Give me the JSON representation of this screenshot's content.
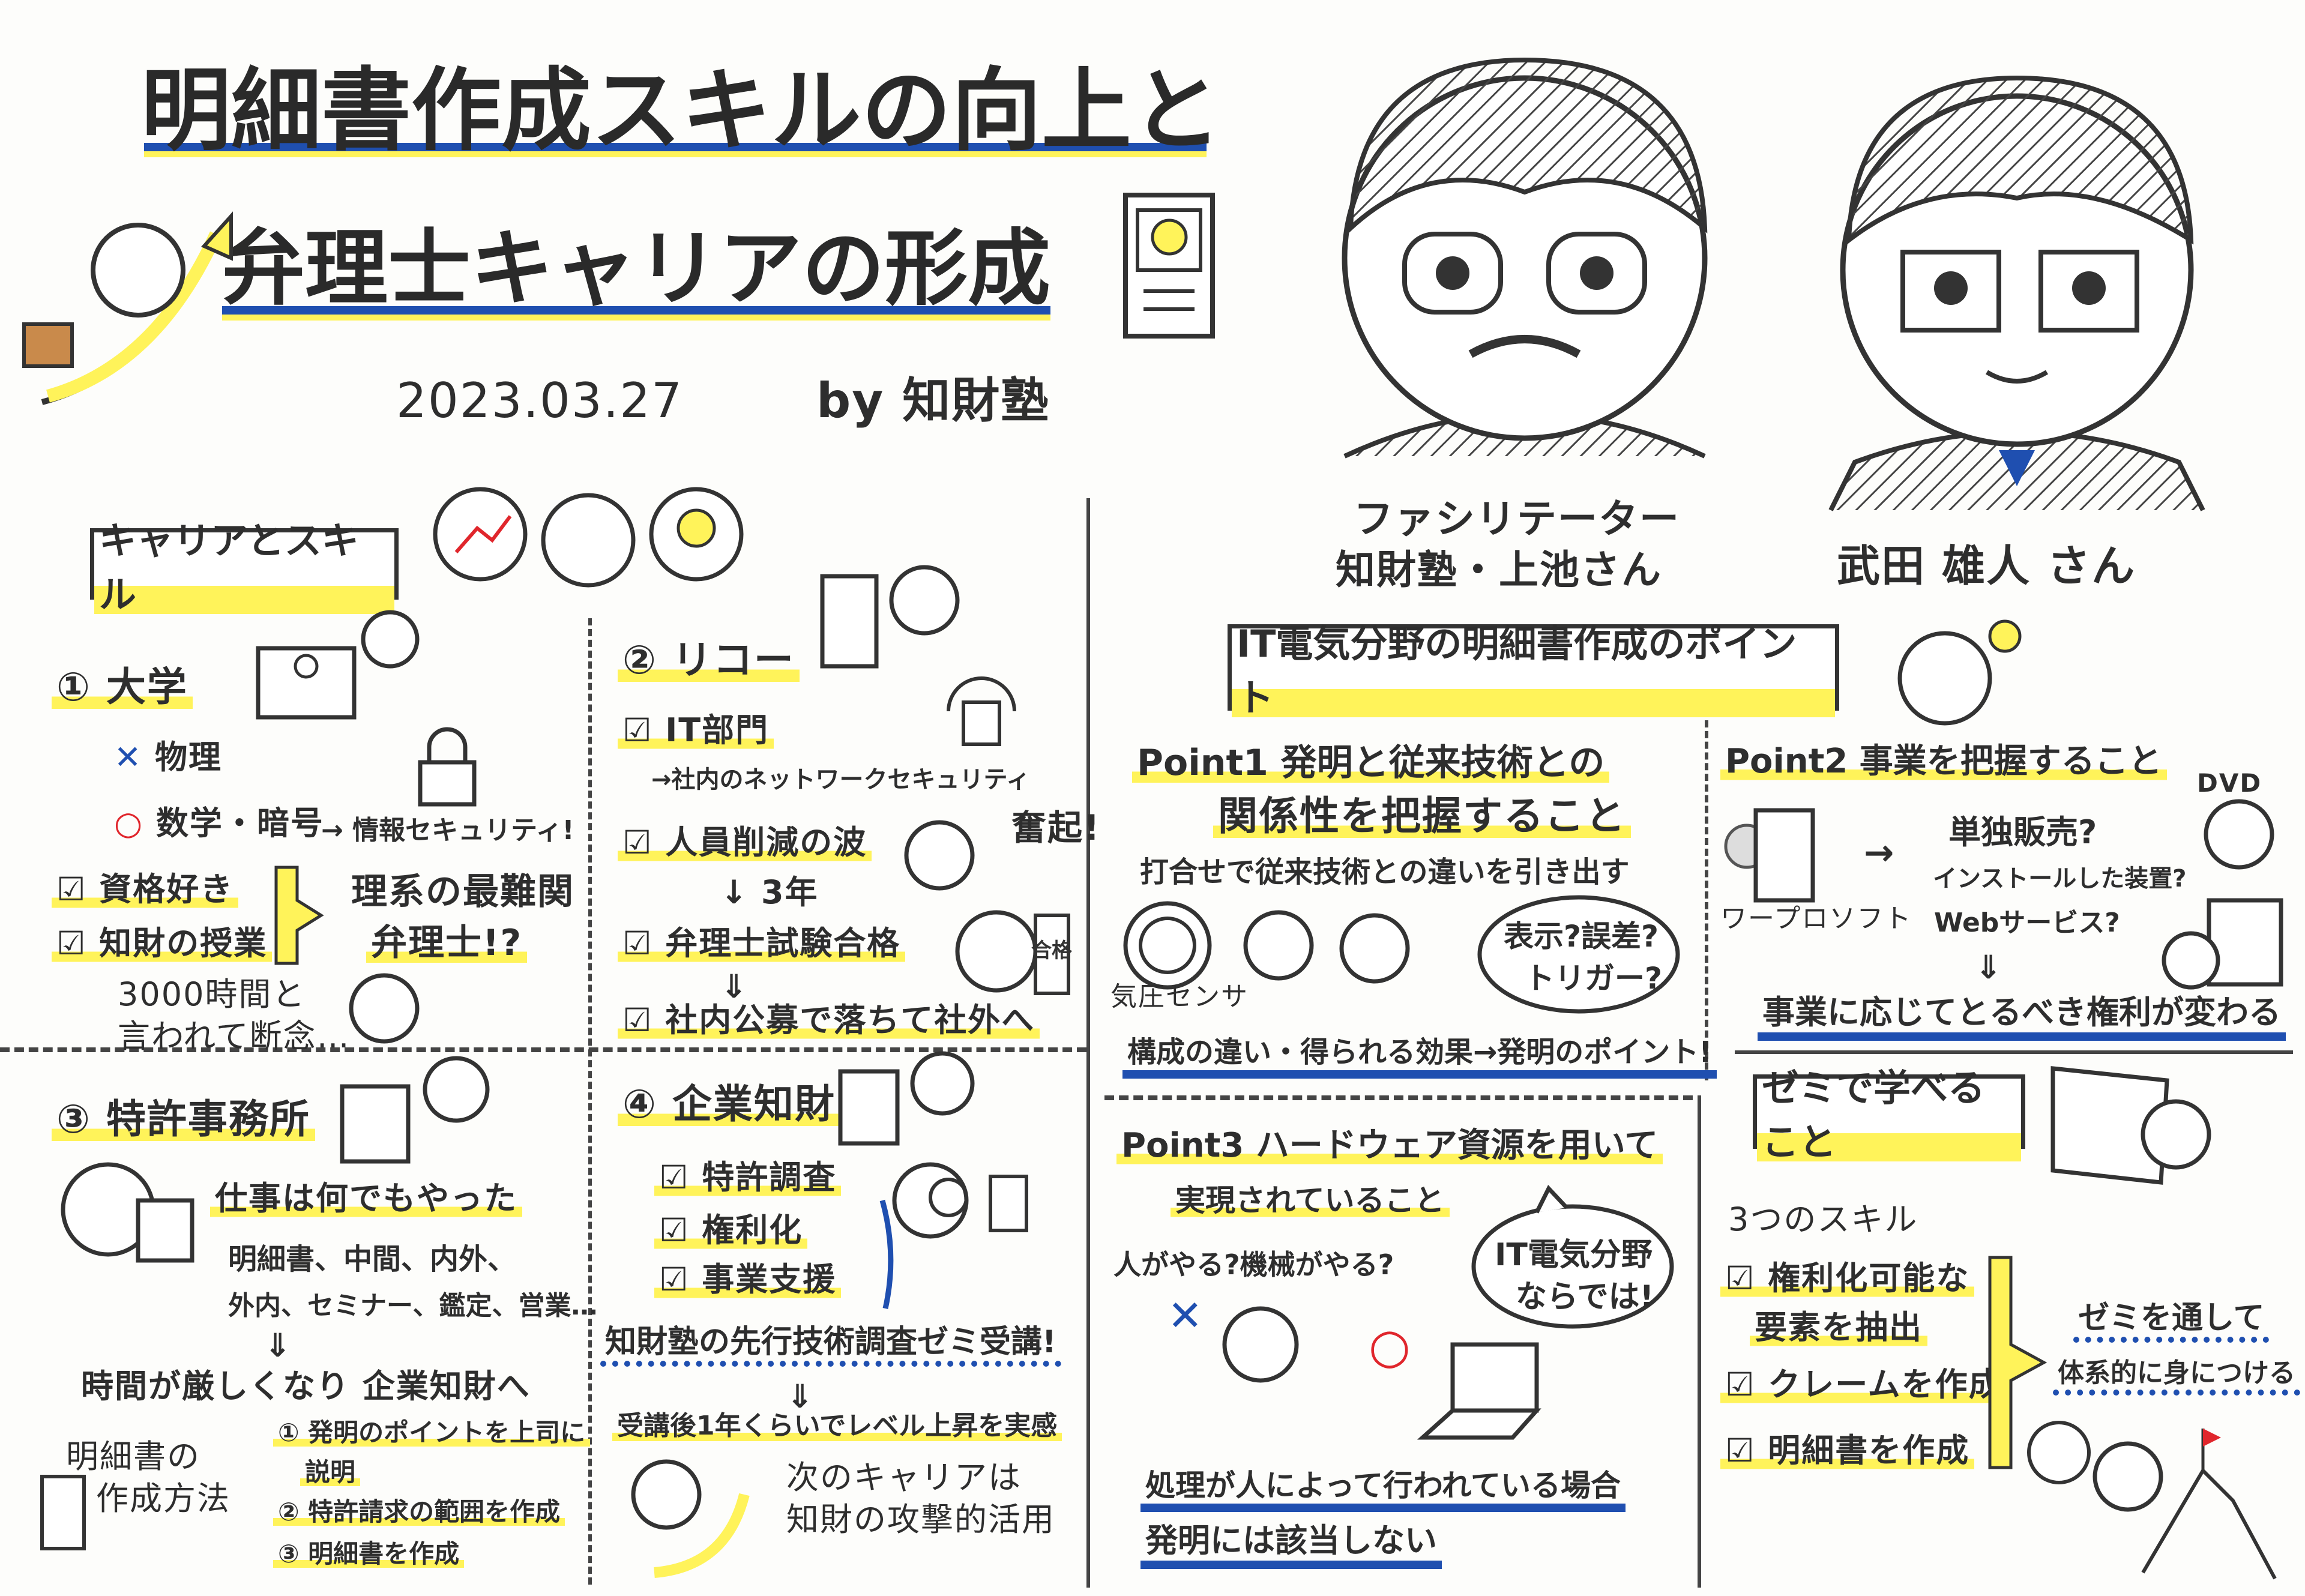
{
  "header": {
    "title_line1": "明細書作成スキルの向上と",
    "title_line2": "弁理士キャリアの形成",
    "date": "2023.03.27",
    "by": "by 知財塾"
  },
  "speakers": {
    "facilitator_role": "ファシリテーター",
    "facilitator_name": "知財塾・上池さん",
    "guest_name": "武田 雄人 さん"
  },
  "career": {
    "banner": "キャリアとスキル",
    "s1": {
      "heading": "① 大学",
      "physics": "物理",
      "math": "数学・暗号",
      "arrow_security": "→ 情報セキュリティ!",
      "item1": "☑ 資格好き",
      "item2": "☑ 知財の授業",
      "hardest": "理系の最難関",
      "benrishi": "弁理士!?",
      "hours": "3000時間と",
      "gaveup": "言われて断念…"
    },
    "s2": {
      "heading": "② リコー",
      "item1": "☑ IT部門",
      "network": "→社内のネットワークセキュリティ",
      "item2": "☑ 人員削減の波",
      "funki": "奮起!",
      "years": "↓ 3年",
      "item3": "☑ 弁理士試験合格",
      "arrow": "⇓",
      "item4": "☑ 社内公募で落ちて社外へ",
      "badge": "合格"
    },
    "s3": {
      "heading": "③ 特許事務所",
      "anything": "仕事は何でもやった",
      "tasks1": "明細書、中間、内外、",
      "tasks2": "外内、セミナー、鑑定、営業…",
      "arrow": "⇓",
      "to_corp": "時間が厳しくなり 企業知財へ",
      "method1": "明細書の",
      "method2": "作成方法",
      "step1": "① 発明のポイントを上司に",
      "step1b": "説明",
      "step2": "② 特許請求の範囲を作成",
      "step3": "③ 明細書を作成"
    },
    "s4": {
      "heading": "④ 企業知財",
      "item1": "☑ 特許調査",
      "item2": "☑ 権利化",
      "item3": "☑ 事業支援",
      "seminar": "知財塾の先行技術調査ゼミ受講!",
      "arrow": "⇓",
      "levelup": "受講後1年くらいでレベル上昇を実感",
      "next1": "次のキャリアは",
      "next2": "知財の攻撃的活用"
    }
  },
  "points": {
    "banner": "IT電気分野の明細書作成のポイント",
    "p1": {
      "title1": "Point1 発明と従来技術との",
      "title2": "関係性を把握すること",
      "desc": "打合せで従来技術との違いを引き出す",
      "sensor": "気圧センサ",
      "bubble1": "表示?誤差?",
      "bubble2": "トリガー?",
      "conclusion": "構成の違い・得られる効果→発明のポイント!"
    },
    "p2": {
      "title": "Point2 事業を把握すること",
      "dvd": "DVD",
      "software": "ワープロソフト",
      "q1": "単独販売?",
      "q2": "インストールした装置?",
      "q3": "Webサービス?",
      "arrow": "⇓",
      "conclusion": "事業に応じてとるべき権利が変わる"
    },
    "p3": {
      "title1": "Point3 ハードウェア資源を用いて",
      "title2": "実現されていること",
      "question": "人がやる?機械がやる?",
      "bubble1": "IT電気分野",
      "bubble2": "ならでは!",
      "cross": "✕",
      "circle": "○",
      "conclusion1": "処理が人によって行われている場合",
      "conclusion2": "発明には該当しない"
    }
  },
  "seminar": {
    "banner": "ゼミで学べること",
    "three": "3つのスキル",
    "skill1a": "☑ 権利化可能な",
    "skill1b": "要素を抽出",
    "skill2": "☑ クレームを作成",
    "skill3": "☑ 明細書を作成",
    "result1": "ゼミを通して",
    "result2": "体系的に身につける"
  },
  "marks": {
    "cross": "✕",
    "circle": "○"
  },
  "colors": {
    "accent_blue": "#1f4fb0",
    "highlight_yellow": "#fff35a",
    "red": "#e0262c",
    "ink": "#2e2e2e"
  }
}
